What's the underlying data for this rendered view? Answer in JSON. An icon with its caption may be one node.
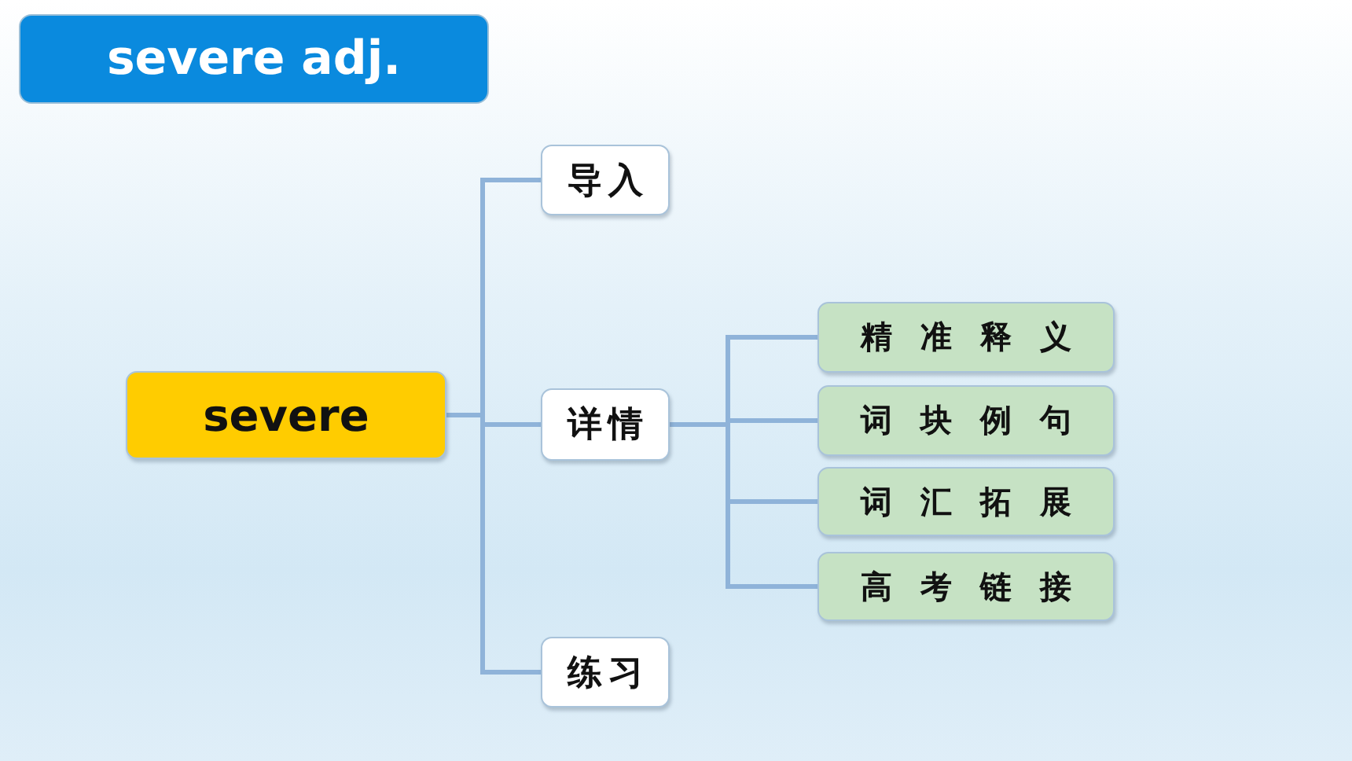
{
  "diagram": {
    "title": "severe adj.",
    "nodes": [
      {
        "text": [
          "severe"
        ]
      },
      {
        "text": [
          "导入"
        ]
      },
      {
        "text": [
          "详情"
        ]
      },
      {
        "text": [
          "练习"
        ]
      },
      {
        "text": [
          "精准释义"
        ]
      },
      {
        "text": [
          "词块例句"
        ]
      },
      {
        "text": [
          "词汇拓展"
        ]
      },
      {
        "text": [
          "高考链接"
        ]
      }
    ],
    "edges": [
      {
        "from": 0,
        "to": 1,
        "arrow": "none"
      },
      {
        "from": 0,
        "to": 2,
        "arrow": "none"
      },
      {
        "from": 0,
        "to": 3,
        "arrow": "none"
      },
      {
        "from": 2,
        "to": 4,
        "arrow": "none"
      },
      {
        "from": 2,
        "to": 5,
        "arrow": "none"
      },
      {
        "from": 2,
        "to": 6,
        "arrow": "none"
      },
      {
        "from": 2,
        "to": 7,
        "arrow": "none"
      }
    ]
  }
}
